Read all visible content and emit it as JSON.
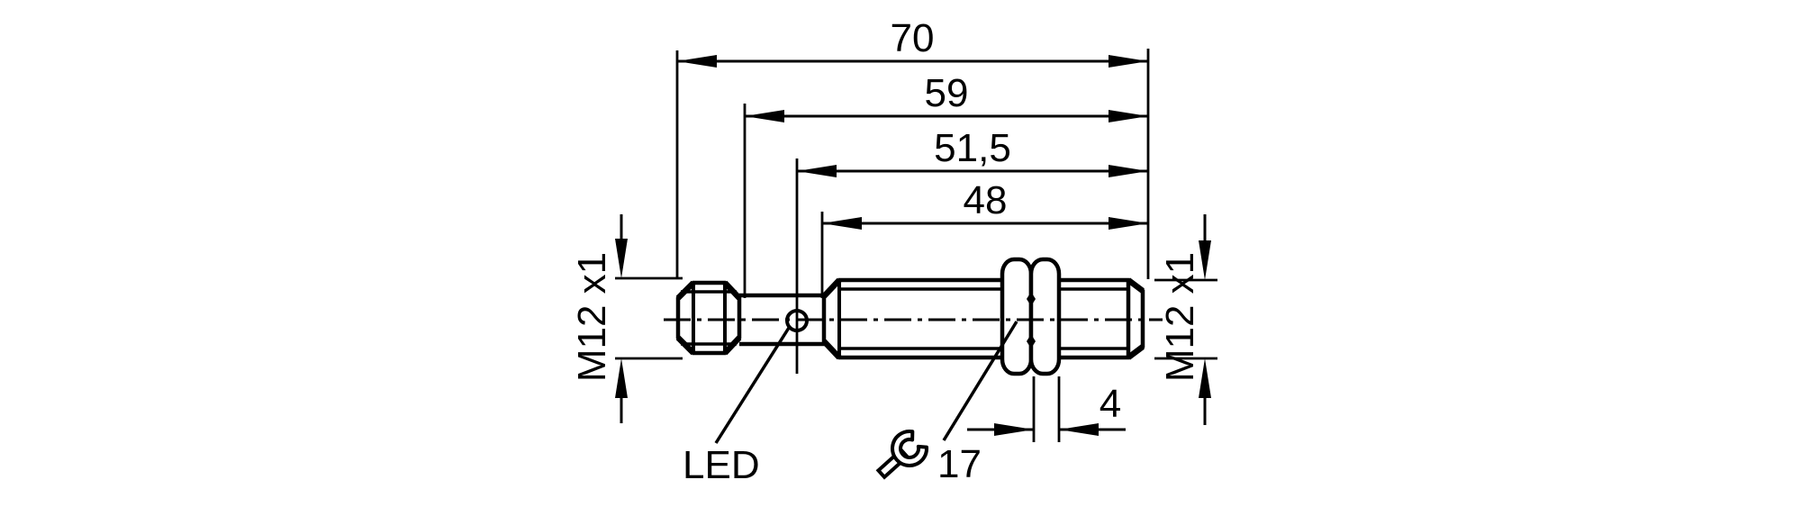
{
  "diagram": {
    "kind": "sensor-dimensional-drawing",
    "background_color": "#ffffff",
    "line_color": "#000000",
    "dimensions": {
      "overall_length": "70",
      "body_length": "59",
      "led_position": "51,5",
      "thread_length": "48",
      "nut_thickness": "4",
      "wrench_size": "17"
    },
    "labels": {
      "connector_thread": "M12 x1",
      "sensing_thread": "M12 x1",
      "led": "LED"
    }
  }
}
